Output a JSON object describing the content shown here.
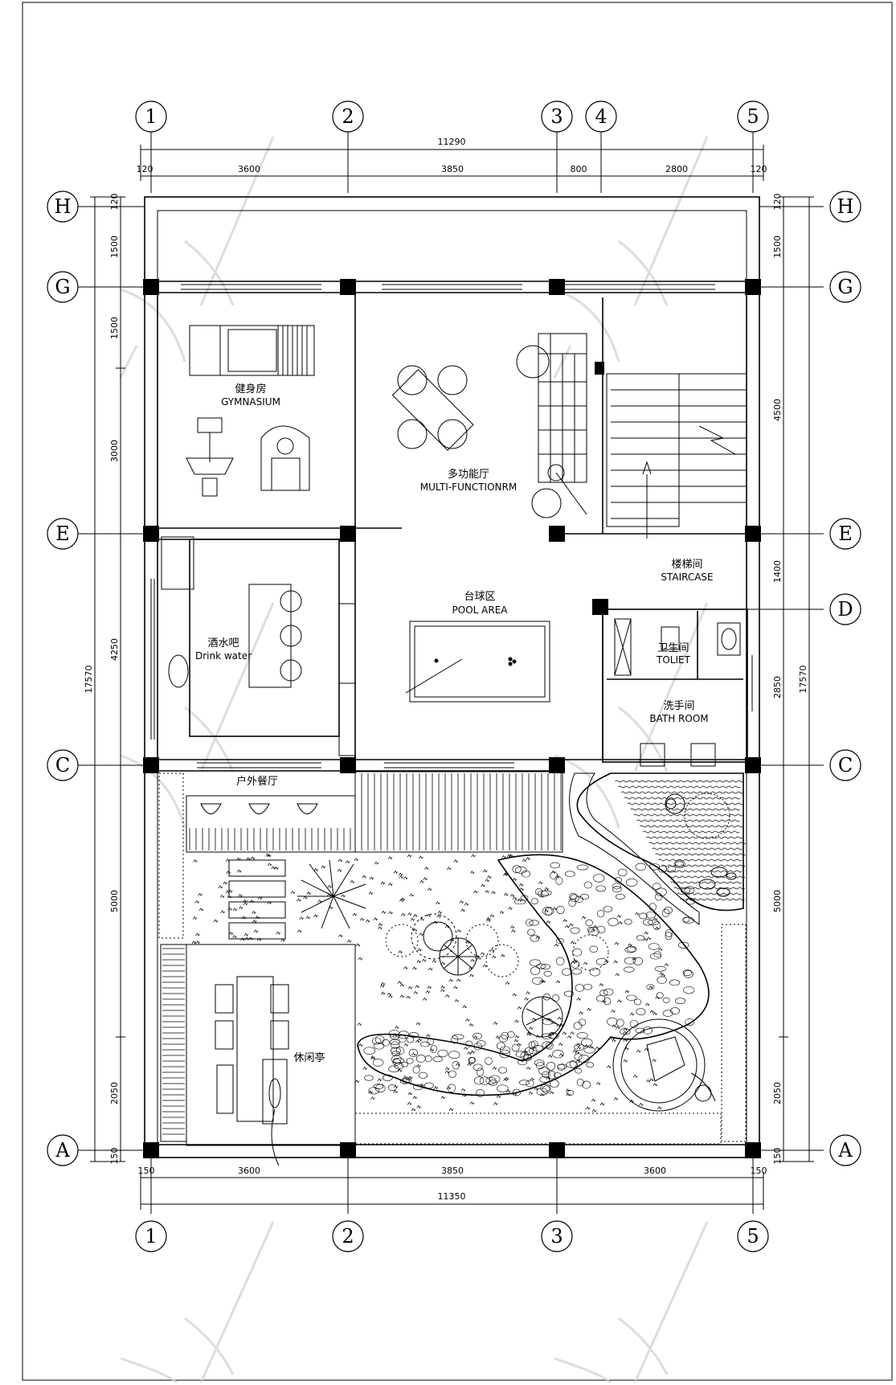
{
  "plan": {
    "overall_dims": {
      "top": "11290",
      "bottom": "11350",
      "left": "17570",
      "right": "17570"
    },
    "top_segments": [
      "120",
      "3600",
      "3850",
      "800",
      "2800",
      "120"
    ],
    "bottom_segments": [
      "150",
      "3600",
      "3850",
      "3600",
      "150"
    ],
    "left_segments": [
      "120",
      "1500",
      "1500",
      "3000",
      "4250",
      "5000",
      "2050",
      "150"
    ],
    "right_segments": [
      "120",
      "1500",
      "4500",
      "1400",
      "2850",
      "5000",
      "2050",
      "150"
    ],
    "axes_top": [
      "1",
      "2",
      "3",
      "4",
      "5"
    ],
    "axes_bottom": [
      "1",
      "2",
      "3",
      "5"
    ],
    "axes_left": [
      "H",
      "G",
      "E",
      "C",
      "A"
    ],
    "axes_right": [
      "H",
      "G",
      "E",
      "D",
      "C",
      "A"
    ]
  },
  "rooms": {
    "gym_cn": "健身房",
    "gym_en": "GYMNASIUM",
    "multi_cn": "多功能厅",
    "multi_en": "MULTI-FUNCTIONRM",
    "stair_cn": "楼梯间",
    "stair_en": "STAIRCASE",
    "pool_cn": "台球区",
    "pool_en": "POOL AREA",
    "bar_cn": "酒水吧",
    "bar_en": "Drink water",
    "toilet_cn": "卫生间",
    "toilet_en": "TOLIET",
    "bath_cn": "洗手间",
    "bath_en": "BATH ROOM",
    "outdoor_cn": "户外餐厅",
    "leisure_cn": "休闲亭"
  }
}
